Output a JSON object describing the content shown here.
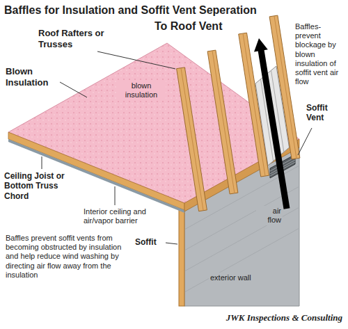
{
  "diagram": {
    "title": "Baffles for Insulation and Soffit Vent Seperation",
    "caption": "JWK Inspections & Consulting",
    "labels": [
      "Roof Rafters or Trusses",
      "Blown Insulation",
      "blown insulation",
      "To Roof Vent",
      "Baffles- prevent blockage by blown insulation of soffit vent air flow",
      "Soffit Vent",
      "Ceiling Joist or Bottom Truss Chord",
      "Interior ceiling and air/vapor barrier",
      "air flow",
      "Soffit",
      "exterior wall",
      "Baffles prevent soffit vents from becoming obstructed by insulation and help reduce wind washing by directing air flow away from the insulation"
    ]
  }
}
